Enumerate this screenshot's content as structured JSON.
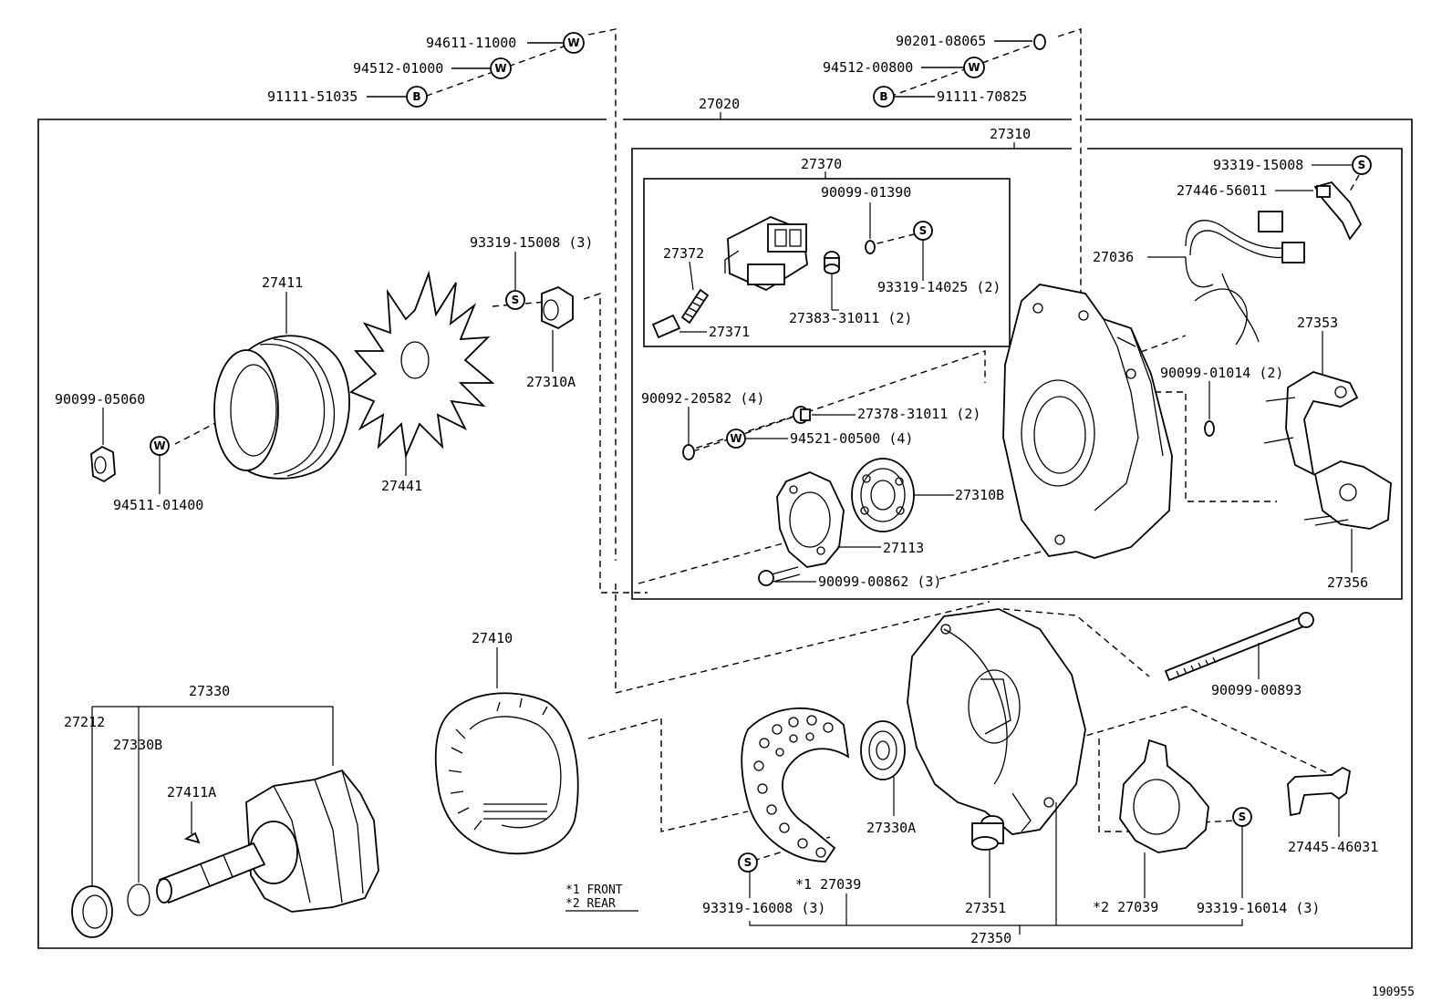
{
  "labels": {
    "p94611": "94611-11000",
    "p94512a": "94512-01000",
    "p91111a": "91111-51035",
    "p90201": "90201-08065",
    "p94512b": "94512-00800",
    "p91111b": "91111-70825",
    "p27020": "27020",
    "p27310": "27310",
    "p27370": "27370",
    "p93319_15008_top": "93319-15008",
    "p27446": "27446-56011",
    "p90099_01390": "90099-01390",
    "p27372": "27372",
    "p27036": "27036",
    "p93319_14025": "93319-14025 (2)",
    "p27383": "27383-31011 (2)",
    "p27371": "27371",
    "p27353": "27353",
    "p27411": "27411",
    "p93319_15008_3": "93319-15008 (3)",
    "p27310A": "27310A",
    "p90099_05060": "90099-05060",
    "p94511": "94511-01400",
    "p27441": "27441",
    "p90092": "90092-20582 (4)",
    "p27378": "27378-31011 (2)",
    "p94521": "94521-00500 (4)",
    "p90099_01014": "90099-01014 (2)",
    "p27310B": "27310B",
    "p27113": "27113",
    "p90099_00862": "90099-00862 (3)",
    "p27356": "27356",
    "p27410": "27410",
    "p90099_00893": "90099-00893",
    "p27330": "27330",
    "p27212": "27212",
    "p27330B": "27330B",
    "p27411A": "27411A",
    "p27330A": "27330A",
    "p27445": "27445-46031",
    "p27039_front": "*1 27039",
    "p27039_rear": "*2 27039",
    "p93319_16008": "93319-16008 (3)",
    "p27351": "27351",
    "p93319_16014": "93319-16014 (3)",
    "p27350": "27350",
    "note_front": "*1 FRONT",
    "note_rear": "*2 REAR",
    "diagram_id": "190955"
  },
  "symbols": {
    "washer": "W",
    "bolt": "B",
    "screw": "S"
  }
}
